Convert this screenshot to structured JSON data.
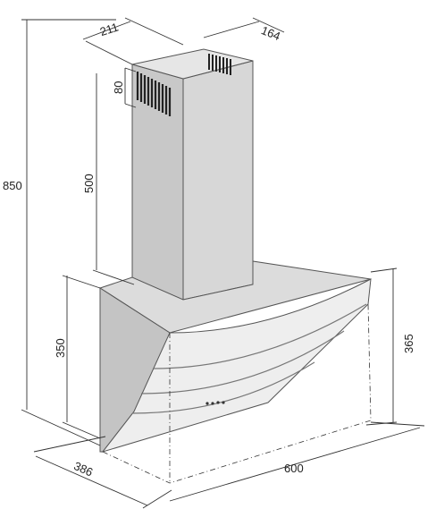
{
  "dimensions": {
    "total_height": "850",
    "chimney_width": "211",
    "chimney_depth": "164",
    "vent_height": "80",
    "chimney_height": "500",
    "hood_height_left": "350",
    "hood_height_right": "365",
    "hood_depth": "386",
    "hood_width": "600"
  },
  "colors": {
    "stainless": "#c8c8c8",
    "stainless_light": "#d9d9d9",
    "stainless_dark": "#b4b4b4",
    "glass": "#ededed",
    "line": "#333333"
  },
  "icons": [
    "vent-slots-icon",
    "control-buttons-icon"
  ]
}
